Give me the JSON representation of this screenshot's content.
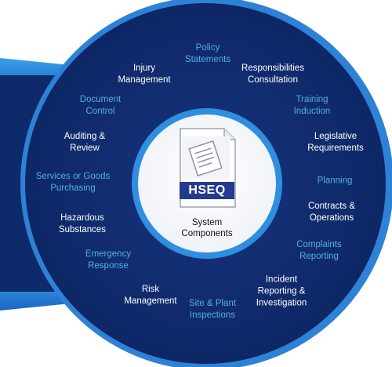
{
  "center": {
    "badge": "HSEQ",
    "caption_line1": "System",
    "caption_line2": "Components"
  },
  "colors": {
    "ring_navy": "#0f2a6b",
    "ring_dark": "#122f75",
    "edge_blue": "#2e82d6",
    "label_blue": "#4fb0ea",
    "badge_navy": "#233a8f"
  },
  "labels": [
    {
      "id": "policy-statements",
      "lines": [
        "Policy",
        "Statements"
      ],
      "color": "blue"
    },
    {
      "id": "injury-management",
      "lines": [
        "Injury",
        "Management"
      ],
      "color": "white"
    },
    {
      "id": "responsibilities-consultation",
      "lines": [
        "Responsibilities",
        "Consultation"
      ],
      "color": "white"
    },
    {
      "id": "document-control",
      "lines": [
        "Document",
        "Control"
      ],
      "color": "blue"
    },
    {
      "id": "training-induction",
      "lines": [
        "Training",
        "Induction"
      ],
      "color": "blue"
    },
    {
      "id": "auditing-review",
      "lines": [
        "Auditing &",
        "Review"
      ],
      "color": "white"
    },
    {
      "id": "legislative-requirements",
      "lines": [
        "Legislative",
        "Requirements"
      ],
      "color": "white"
    },
    {
      "id": "services-goods-purchasing",
      "lines": [
        "Services or Goods",
        "Purchasing"
      ],
      "color": "blue"
    },
    {
      "id": "planning",
      "lines": [
        "Planning"
      ],
      "color": "blue"
    },
    {
      "id": "hazardous-substances",
      "lines": [
        "Hazardous",
        "Substances"
      ],
      "color": "white"
    },
    {
      "id": "contracts-operations",
      "lines": [
        "Contracts &",
        "Operations"
      ],
      "color": "white"
    },
    {
      "id": "emergency-response",
      "lines": [
        "Emergency",
        "Response"
      ],
      "color": "blue"
    },
    {
      "id": "complaints-reporting",
      "lines": [
        "Complaints",
        "Reporting"
      ],
      "color": "blue"
    },
    {
      "id": "risk-management",
      "lines": [
        "Risk",
        "Management"
      ],
      "color": "white"
    },
    {
      "id": "incident-reporting",
      "lines": [
        "Incident",
        "Reporting &",
        "Investigation"
      ],
      "color": "white"
    },
    {
      "id": "site-plant-inspections",
      "lines": [
        "Site & Plant",
        "Inspections"
      ],
      "color": "blue"
    }
  ]
}
